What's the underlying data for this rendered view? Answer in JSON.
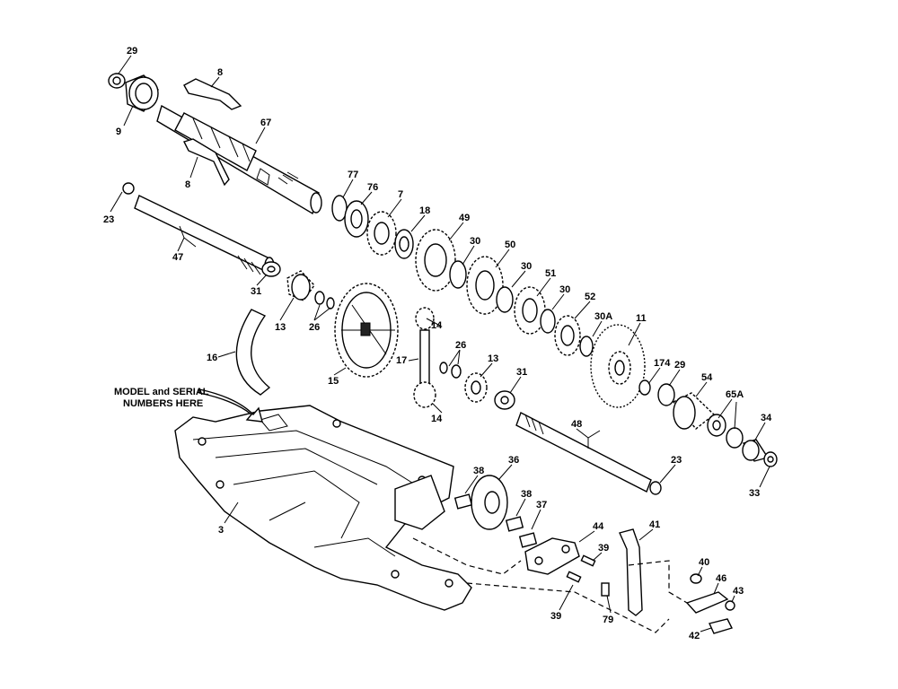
{
  "diagram": {
    "note_line1": "MODEL and SERIAL",
    "note_line2": "NUMBERS HERE",
    "labels": [
      "29",
      "8",
      "9",
      "67",
      "8",
      "77",
      "76",
      "7",
      "18",
      "49",
      "23",
      "47",
      "30",
      "50",
      "30",
      "51",
      "30",
      "52",
      "30A",
      "11",
      "31",
      "13",
      "26",
      "14",
      "16",
      "17",
      "26",
      "13",
      "31",
      "15",
      "174",
      "29",
      "54",
      "65A",
      "34",
      "14",
      "48",
      "33",
      "23",
      "3",
      "38",
      "36",
      "38",
      "37",
      "44",
      "41",
      "39",
      "40",
      "46",
      "43",
      "39",
      "79",
      "42"
    ]
  }
}
